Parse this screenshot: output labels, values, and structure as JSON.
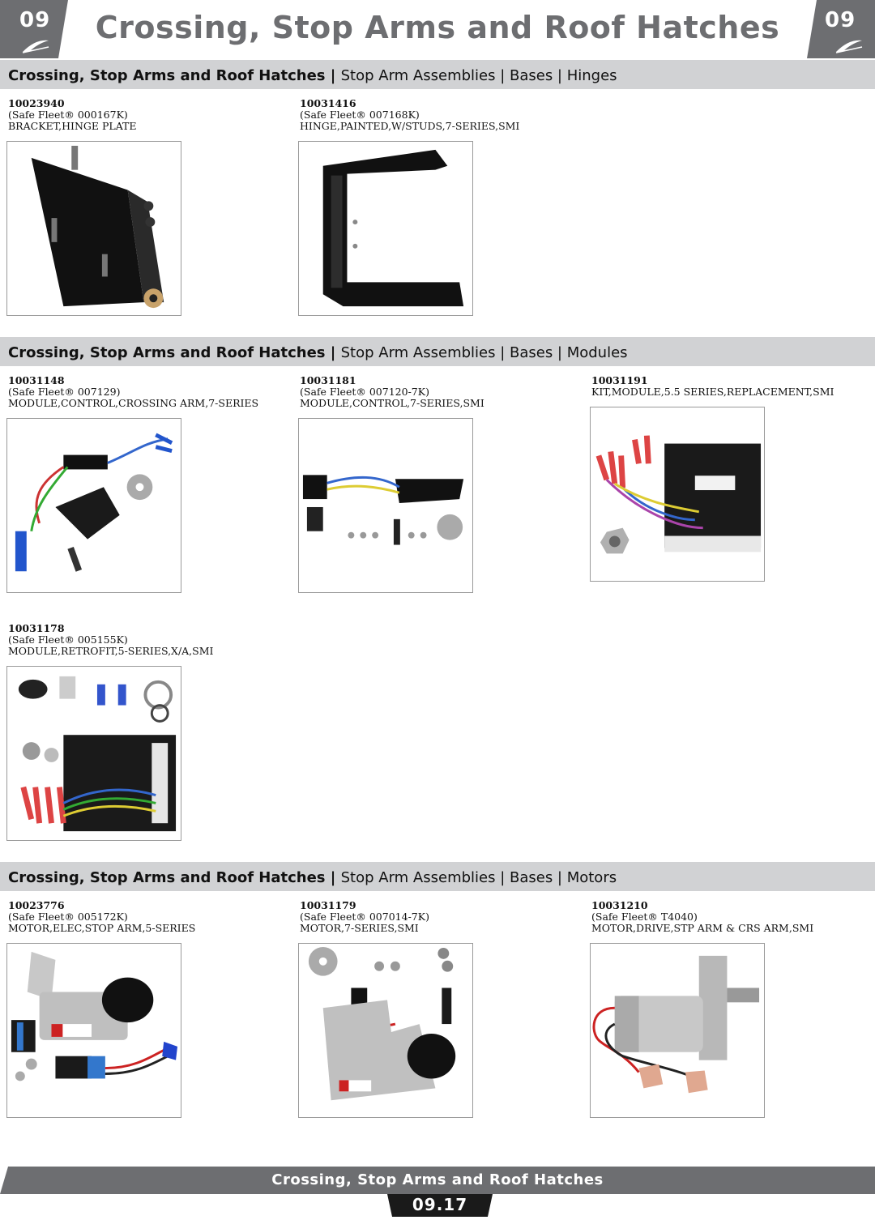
{
  "header": {
    "tab_number_left": "09",
    "tab_number_right": "09",
    "title": "Crossing, Stop Arms and Roof Hatches"
  },
  "sections": [
    {
      "category": "Crossing, Stop Arms and Roof Hatches",
      "separator": " | ",
      "subcategory": "Stop Arm Assemblies | Bases | Hinges",
      "items": [
        {
          "part_number": "10023940",
          "safe_fleet": "(Safe Fleet® 000167K)",
          "description": "BRACKET,HINGE PLATE",
          "image_icon": "hinge-plate-bracket-photo"
        },
        {
          "part_number": "10031416",
          "safe_fleet": "(Safe Fleet® 007168K)",
          "description": "HINGE,PAINTED,W/STUDS,7-SERIES,SMI",
          "image_icon": "painted-hinge-photo"
        }
      ]
    },
    {
      "category": "Crossing, Stop Arms and Roof Hatches",
      "separator": " | ",
      "subcategory": "Stop Arm Assemblies | Bases | Modules",
      "items": [
        {
          "part_number": "10031148",
          "safe_fleet": "(Safe Fleet® 007129)",
          "description": "MODULE,CONTROL,CROSSING ARM,7-SERIES",
          "image_icon": "control-module-photo"
        },
        {
          "part_number": "10031181",
          "safe_fleet": "(Safe Fleet® 007120-7K)",
          "description": "MODULE,CONTROL,7-SERIES,SMI",
          "image_icon": "control-module-photo"
        },
        {
          "part_number": "10031191",
          "safe_fleet": "",
          "description": "KIT,MODULE,5.5 SERIES,REPLACEMENT,SMI",
          "image_icon": "module-kit-photo"
        },
        {
          "part_number": "10031178",
          "safe_fleet": "(Safe Fleet® 005155K)",
          "description": "MODULE,RETROFIT,5-SERIES,X/A,SMI",
          "image_icon": "retrofit-module-photo"
        }
      ]
    },
    {
      "category": "Crossing, Stop Arms and Roof Hatches",
      "separator": " | ",
      "subcategory": "Stop Arm Assemblies | Bases | Motors",
      "items": [
        {
          "part_number": "10023776",
          "safe_fleet": "(Safe Fleet® 005172K)",
          "description": "MOTOR,ELEC,STOP ARM,5-SERIES",
          "image_icon": "stop-arm-motor-photo"
        },
        {
          "part_number": "10031179",
          "safe_fleet": "(Safe Fleet® 007014-7K)",
          "description": "MOTOR,7-SERIES,SMI",
          "image_icon": "stop-arm-motor-photo"
        },
        {
          "part_number": "10031210",
          "safe_fleet": "(Safe Fleet® T4040)",
          "description": "MOTOR,DRIVE,STP ARM & CRS ARM,SMI",
          "image_icon": "drive-motor-photo"
        }
      ]
    }
  ],
  "footer": {
    "title": "Crossing, Stop Arms and Roof Hatches",
    "page_number": "09.17"
  },
  "colors": {
    "tab_gray": "#6d6e71",
    "section_bar": "#d1d2d4",
    "page_number_box": "#1a1a1a"
  }
}
